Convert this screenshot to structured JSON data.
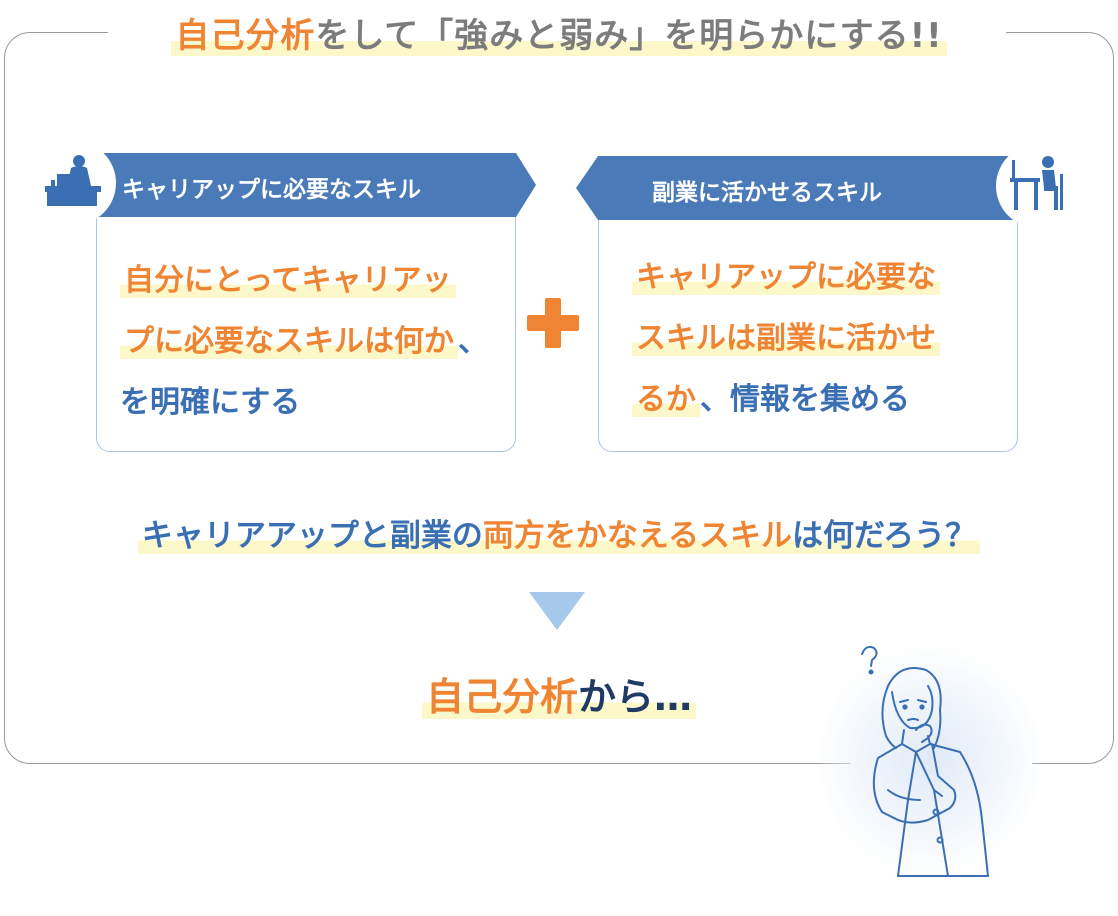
{
  "title": {
    "highlight": "自己分析",
    "rest": "をして「強みと弱み」を明らかにする!!"
  },
  "left_card": {
    "ribbon_label": "キャリアップに必要なスキル",
    "icon": "office-worker-at-desk-icon",
    "lines": [
      {
        "highlight": "自分にとってキャリアッ",
        "rest": ""
      },
      {
        "highlight": "プに必要なスキルは何か",
        "rest": "、"
      },
      {
        "highlight": "",
        "rest": "を明確にする"
      }
    ]
  },
  "right_card": {
    "ribbon_label": "副業に活かせるスキル",
    "icon": "person-at-computer-desk-icon",
    "lines": [
      {
        "highlight": "キャリアップに必要な",
        "rest": ""
      },
      {
        "highlight": "スキルは副業に活かせ",
        "rest": ""
      },
      {
        "highlight": "るか",
        "rest": "、情報を集める"
      }
    ]
  },
  "question": {
    "part1": "キャリアアップと副業の",
    "part2": "両方をかなえるスキル",
    "part3": "は何だろう？"
  },
  "bottom": {
    "highlight": "自己分析",
    "rest": "から…"
  },
  "illustration": "thinking-businesswoman-icon",
  "colors": {
    "orange": "#ef8432",
    "blue": "#3a6fb3",
    "ribbon": "#4a7ab8",
    "box_border": "#a9c5e2",
    "arrow": "#a6c8ea",
    "highlight": "#fdf8c9"
  }
}
